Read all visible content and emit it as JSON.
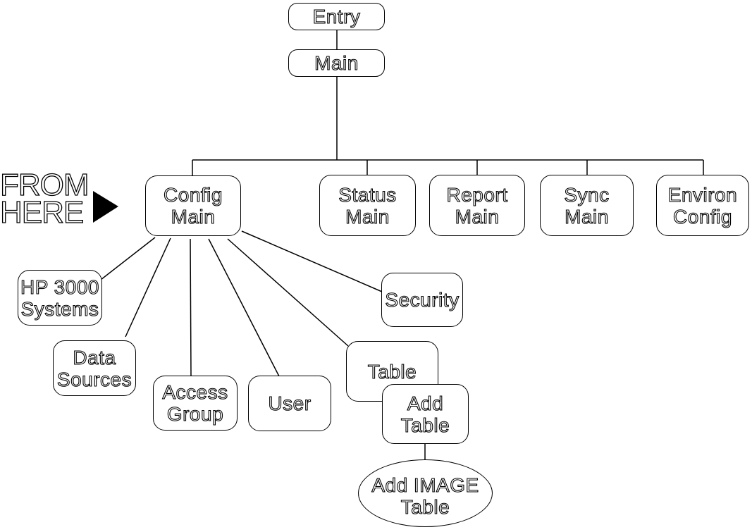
{
  "annotation": {
    "text": "FROM\nHERE"
  },
  "nodes": {
    "entry": {
      "label": "Entry"
    },
    "main": {
      "label": "Main"
    },
    "config_main": {
      "label": "Config\nMain"
    },
    "status_main": {
      "label": "Status\nMain"
    },
    "report_main": {
      "label": "Report\nMain"
    },
    "sync_main": {
      "label": "Sync\nMain"
    },
    "environ_config": {
      "label": "Environ\nConfig"
    },
    "hp3000_systems": {
      "label": "HP 3000\nSystems"
    },
    "data_sources": {
      "label": "Data\nSources"
    },
    "access_group": {
      "label": "Access\nGroup"
    },
    "user": {
      "label": "User"
    },
    "security": {
      "label": "Security"
    },
    "table": {
      "label": "Table"
    },
    "add_table": {
      "label": "Add\nTable"
    },
    "add_image_table": {
      "label": "Add IMAGE\nTable"
    }
  },
  "edges": [
    {
      "from": "Entry",
      "to": "Main"
    },
    {
      "from": "Main",
      "to": "Config Main"
    },
    {
      "from": "Main",
      "to": "Status Main"
    },
    {
      "from": "Main",
      "to": "Report Main"
    },
    {
      "from": "Main",
      "to": "Sync Main"
    },
    {
      "from": "Main",
      "to": "Environ Config"
    },
    {
      "from": "Config Main",
      "to": "HP 3000 Systems"
    },
    {
      "from": "Config Main",
      "to": "Data Sources"
    },
    {
      "from": "Config Main",
      "to": "Access Group"
    },
    {
      "from": "Config Main",
      "to": "User"
    },
    {
      "from": "Config Main",
      "to": "Table"
    },
    {
      "from": "Config Main",
      "to": "Security"
    },
    {
      "from": "Table",
      "to": "Add Table"
    },
    {
      "from": "Add Table",
      "to": "Add IMAGE Table"
    }
  ],
  "colors": {
    "ink": "#000000",
    "background": "#ffffff"
  }
}
